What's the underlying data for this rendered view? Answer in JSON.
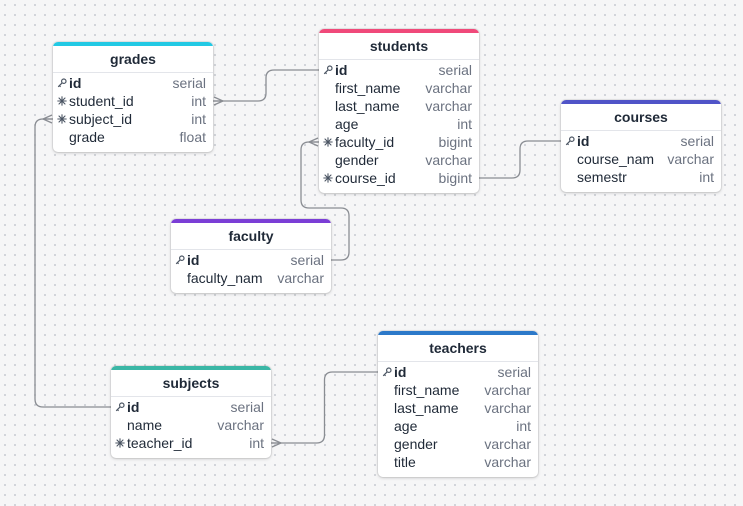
{
  "colors": {
    "grades": "#22c9e4",
    "students": "#f0497a",
    "courses": "#5054c8",
    "faculty": "#7b3ed6",
    "subjects": "#3bb7a6",
    "teachers": "#2c79c9",
    "connector": "#8a8d93"
  },
  "tables": {
    "grades": {
      "name": "grades",
      "fields": [
        {
          "name": "id",
          "type": "serial",
          "key": "pk"
        },
        {
          "name": "student_id",
          "type": "int",
          "key": "fk"
        },
        {
          "name": "subject_id",
          "type": "int",
          "key": "fk"
        },
        {
          "name": "grade",
          "type": "float",
          "key": ""
        }
      ]
    },
    "students": {
      "name": "students",
      "fields": [
        {
          "name": "id",
          "type": "serial",
          "key": "pk"
        },
        {
          "name": "first_name",
          "type": "varchar",
          "key": ""
        },
        {
          "name": "last_name",
          "type": "varchar",
          "key": ""
        },
        {
          "name": "age",
          "type": "int",
          "key": ""
        },
        {
          "name": "faculty_id",
          "type": "bigint",
          "key": "fk"
        },
        {
          "name": "gender",
          "type": "varchar",
          "key": ""
        },
        {
          "name": "course_id",
          "type": "bigint",
          "key": "fk"
        }
      ]
    },
    "courses": {
      "name": "courses",
      "fields": [
        {
          "name": "id",
          "type": "serial",
          "key": "pk"
        },
        {
          "name": "course_nam",
          "type": "varchar",
          "key": ""
        },
        {
          "name": "semestr",
          "type": "int",
          "key": ""
        }
      ]
    },
    "faculty": {
      "name": "faculty",
      "fields": [
        {
          "name": "id",
          "type": "serial",
          "key": "pk"
        },
        {
          "name": "faculty_nam",
          "type": "varchar",
          "key": ""
        }
      ]
    },
    "subjects": {
      "name": "subjects",
      "fields": [
        {
          "name": "id",
          "type": "serial",
          "key": "pk"
        },
        {
          "name": "name",
          "type": "varchar",
          "key": ""
        },
        {
          "name": "teacher_id",
          "type": "int",
          "key": "fk"
        }
      ]
    },
    "teachers": {
      "name": "teachers",
      "fields": [
        {
          "name": "id",
          "type": "serial",
          "key": "pk"
        },
        {
          "name": "first_name",
          "type": "varchar",
          "key": ""
        },
        {
          "name": "last_name",
          "type": "varchar",
          "key": ""
        },
        {
          "name": "age",
          "type": "int",
          "key": ""
        },
        {
          "name": "gender",
          "type": "varchar",
          "key": ""
        },
        {
          "name": "title",
          "type": "varchar",
          "key": ""
        }
      ]
    }
  },
  "relationships": [
    {
      "from": "grades.student_id",
      "to": "students.id",
      "many_end": "from"
    },
    {
      "from": "grades.subject_id",
      "to": "subjects.id",
      "many_end": "from"
    },
    {
      "from": "students.faculty_id",
      "to": "faculty.id",
      "many_end": "from"
    },
    {
      "from": "students.course_id",
      "to": "courses.id",
      "many_end": "none"
    },
    {
      "from": "subjects.teacher_id",
      "to": "teachers.id",
      "many_end": "from"
    }
  ]
}
